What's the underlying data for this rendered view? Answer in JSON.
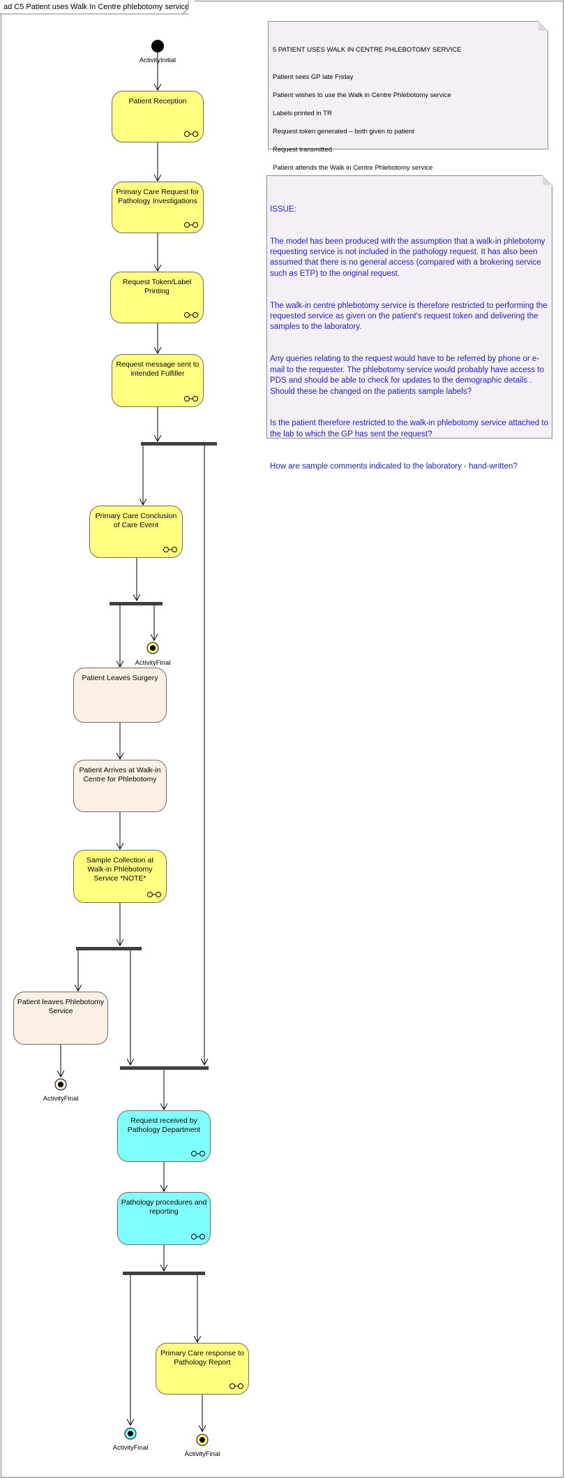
{
  "frame": {
    "title": "ad C5 Patient uses Walk In Centre phlebotomy service"
  },
  "initial": {
    "label": "ActivityInitial"
  },
  "actions": {
    "patient_reception": "Patient Reception",
    "primary_care_request": "Primary Care Request for Pathology Investigations",
    "request_token": "Request Token/Label Printing",
    "request_message": "Request message sent to intended Fulfiller",
    "conclusion": "Primary Care Conclusion of Care Event",
    "leaves_surgery": "Patient Leaves Surgery",
    "arrives_walkin": "Patient Arrives at Walk-in Centre for Phlebotomy",
    "sample_collection": "Sample Collection at Walk-in Phlebotomy Service *NOTE*",
    "leaves_phlebotomy": "Patient leaves Phlebotomy Service",
    "request_received": "Request received by Pathology Department",
    "pathology_procedures": "Pathology procedures and reporting",
    "primary_care_response": "Primary Care response to Pathology Report"
  },
  "finals": {
    "final_1": "ActivityFinal",
    "final_2": "ActivityFinal",
    "final_3": "ActivityFinal",
    "final_4": "ActivityFinal"
  },
  "notes": {
    "summary": {
      "title": "5 PATIENT USES WALK IN CENTRE PHLEBOTOMY SERVICE",
      "lines": [
        "Patient sees GP late Friday",
        "Patient wishes to use the Walk in Centre Phlebotomy service",
        "Labels printed in TR",
        "Request token generated – both given to patient",
        "Request transmitted",
        "Patient attends the Walk in Centre Phlebotomy service"
      ]
    },
    "issue": {
      "title": "ISSUE:",
      "paragraphs": [
        "The model has been produced with the assumption that a walk-in phlebotomy requesting service is not included in the pathology request.  It has also been assumed that there is no general access (compared with a brokering service such as ETP) to the original request.",
        "The walk-in centre phlebotomy service is therefore restricted to performing the requested service as given on the patient's request token and delivering the samples to the laboratory.",
        "Any queries relating to the request would have to be referred by phone or e-mail to the requester.  The phlebotomy service would probably have access to PDS and should be able to check for updates to the demographic details .  Should these be changed on the patients sample labels?",
        "Is the patient therefore restricted to the walk-in phlebotomy service attached to the lab to which the GP has sent the request?",
        "How are sample comments indicated to the laboratory - hand-written?"
      ]
    }
  },
  "colors": {
    "yellow": "#ffff80",
    "beige": "#fbf0e3",
    "cyan": "#80ffff",
    "bar": "#404040",
    "issue_text": "#2020d0"
  }
}
